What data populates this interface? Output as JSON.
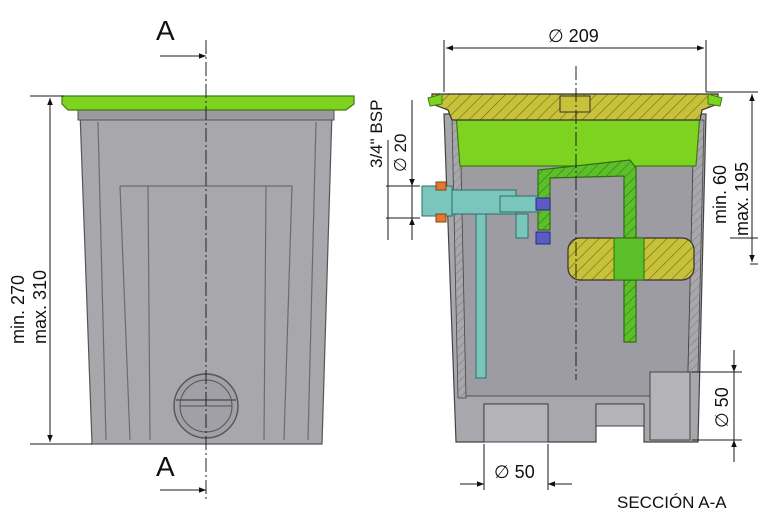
{
  "section_marks": {
    "top": "A",
    "bottom": "A"
  },
  "left_view": {
    "dim_min": "min. 270",
    "dim_max": "max. 310"
  },
  "section_view": {
    "dia_top": "∅ 209",
    "thread": "3/4\" BSP",
    "dia_inlet": "∅ 20",
    "dim_min": "min. 60",
    "dim_max": "max. 195",
    "dia_side": "∅ 50",
    "dia_bottom": "∅ 50",
    "caption": "SECCIÓN A-A"
  },
  "colors": {
    "lid": "#7ed321",
    "lid_dark": "#4c9a14",
    "body": "#a8a8ac",
    "body_dark": "#7d7d82",
    "section_hatch": "#c8c23a",
    "valve": "#7ac6bd",
    "pipe": "#5cbf2a",
    "nut": "#5b5bc4",
    "orange": "#e07a30"
  }
}
